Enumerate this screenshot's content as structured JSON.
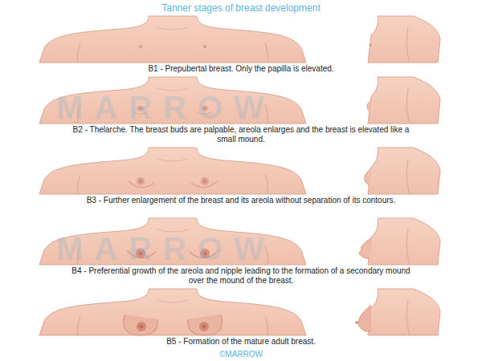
{
  "diagram": {
    "title": "Tanner stages of breast development",
    "labels": [
      "B1 - Prepubertal breast. Only the papilla is elevated.",
      "B2 - Thelarche. The breast buds are palpable, areola enlarges and the breast is elevated like a small mound.",
      "B3 - Further enlargement of the breast and its areola without separation of its contours.",
      "B4 - Preferential growth of the areola and nipple leading to the formation of a secondary mound over the mound of the breast.",
      "B5 - Formation of the mature adult breast.",
      "MARROW",
      "MARROW",
      "©MARROW"
    ]
  }
}
